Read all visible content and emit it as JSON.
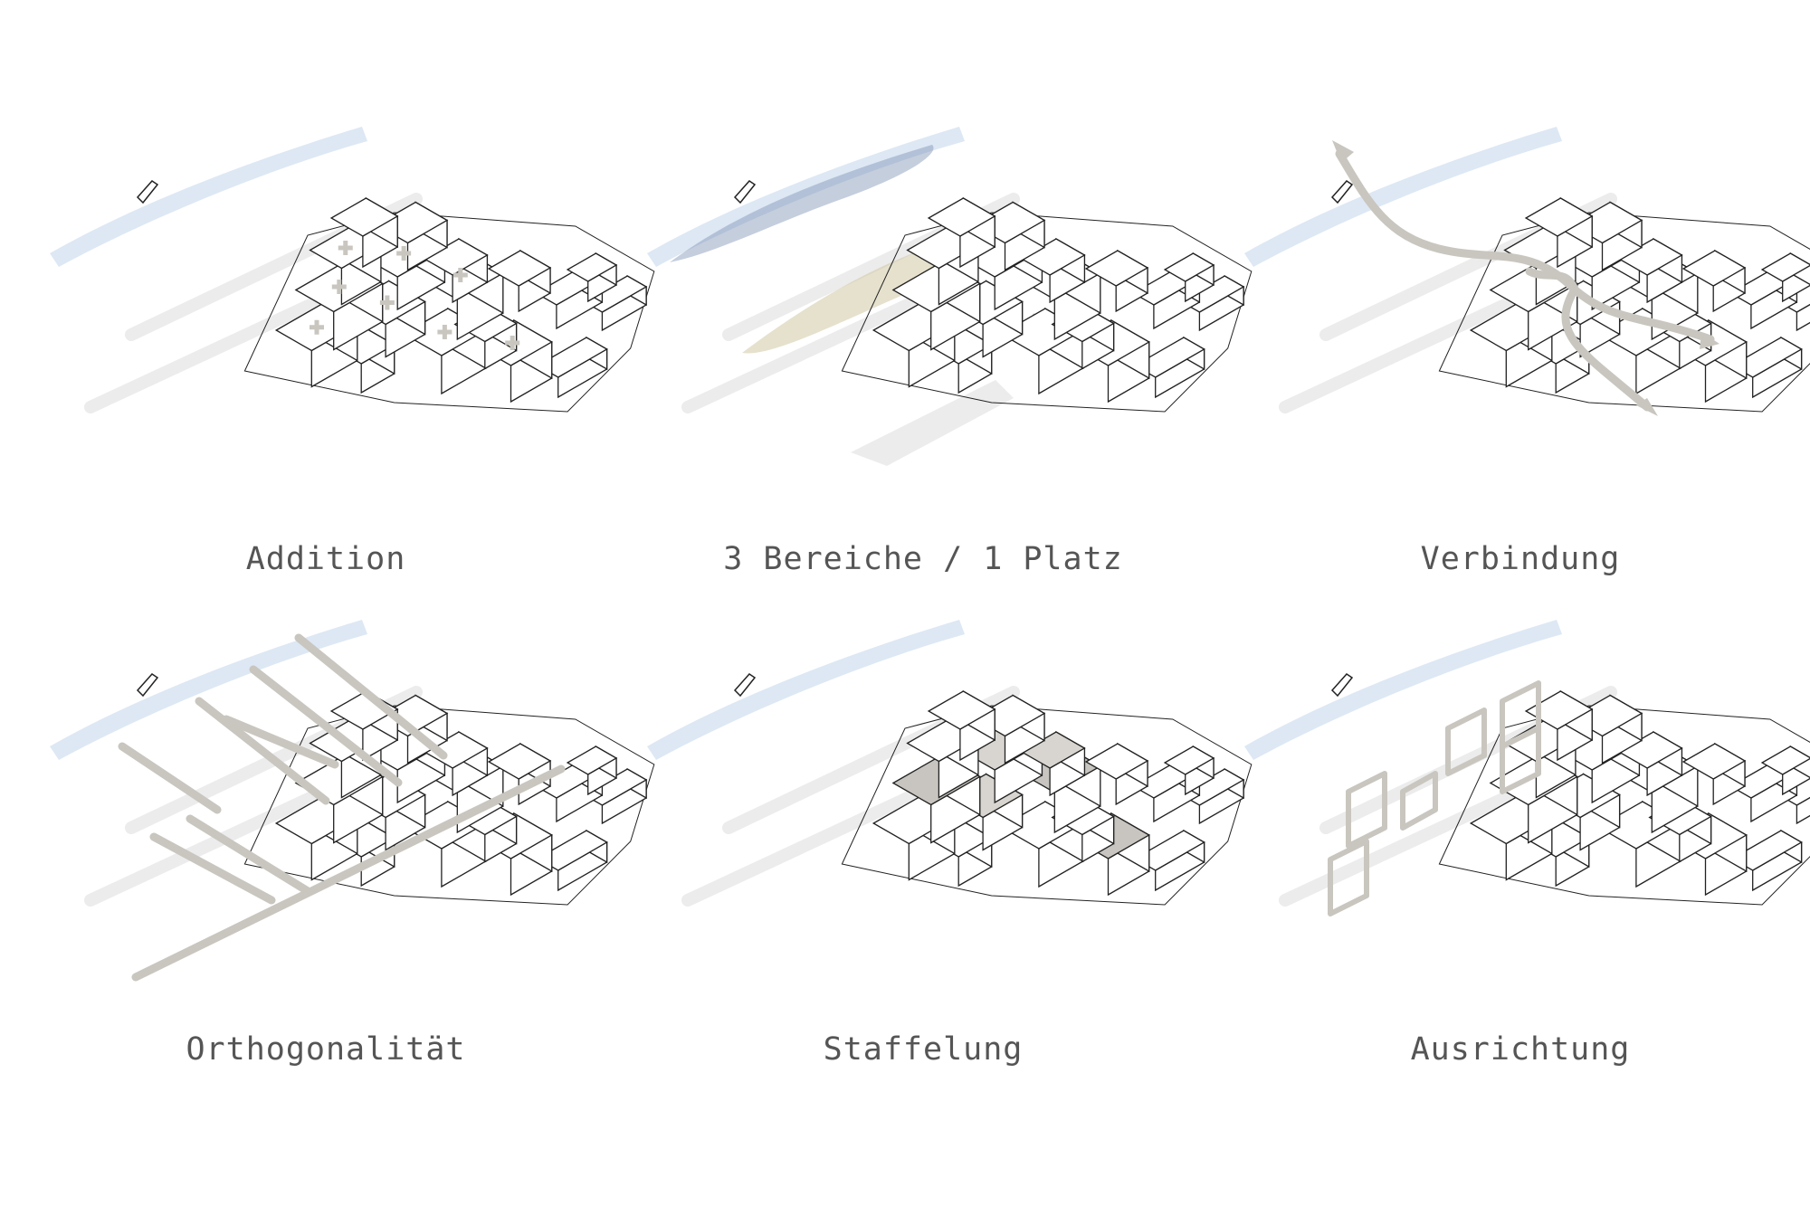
{
  "panels": [
    {
      "id": "addition",
      "caption": "Addition",
      "overlay": "plus-signs"
    },
    {
      "id": "bereiche",
      "caption": "3 Bereiche / 1 Platz",
      "overlay": "zones-and-square"
    },
    {
      "id": "verbindung",
      "caption": "Verbindung",
      "overlay": "path-arrows"
    },
    {
      "id": "orthogonalitaet",
      "caption": "Orthogonalität",
      "overlay": "grid-lines"
    },
    {
      "id": "staffelung",
      "caption": "Staffelung",
      "overlay": "shaded-roofs"
    },
    {
      "id": "ausrichtung",
      "caption": "Ausrichtung",
      "overlay": "frame-outlines"
    }
  ],
  "colors": {
    "river": "#dde8f4",
    "street": "#ececec",
    "lines": "#222222",
    "overlay_gray": "#c9c6bf",
    "zone_blue": "#7f93b3",
    "zone_olive": "#cfc9a4",
    "square_gray": "#bdbab4",
    "caption_text": "#555555"
  }
}
